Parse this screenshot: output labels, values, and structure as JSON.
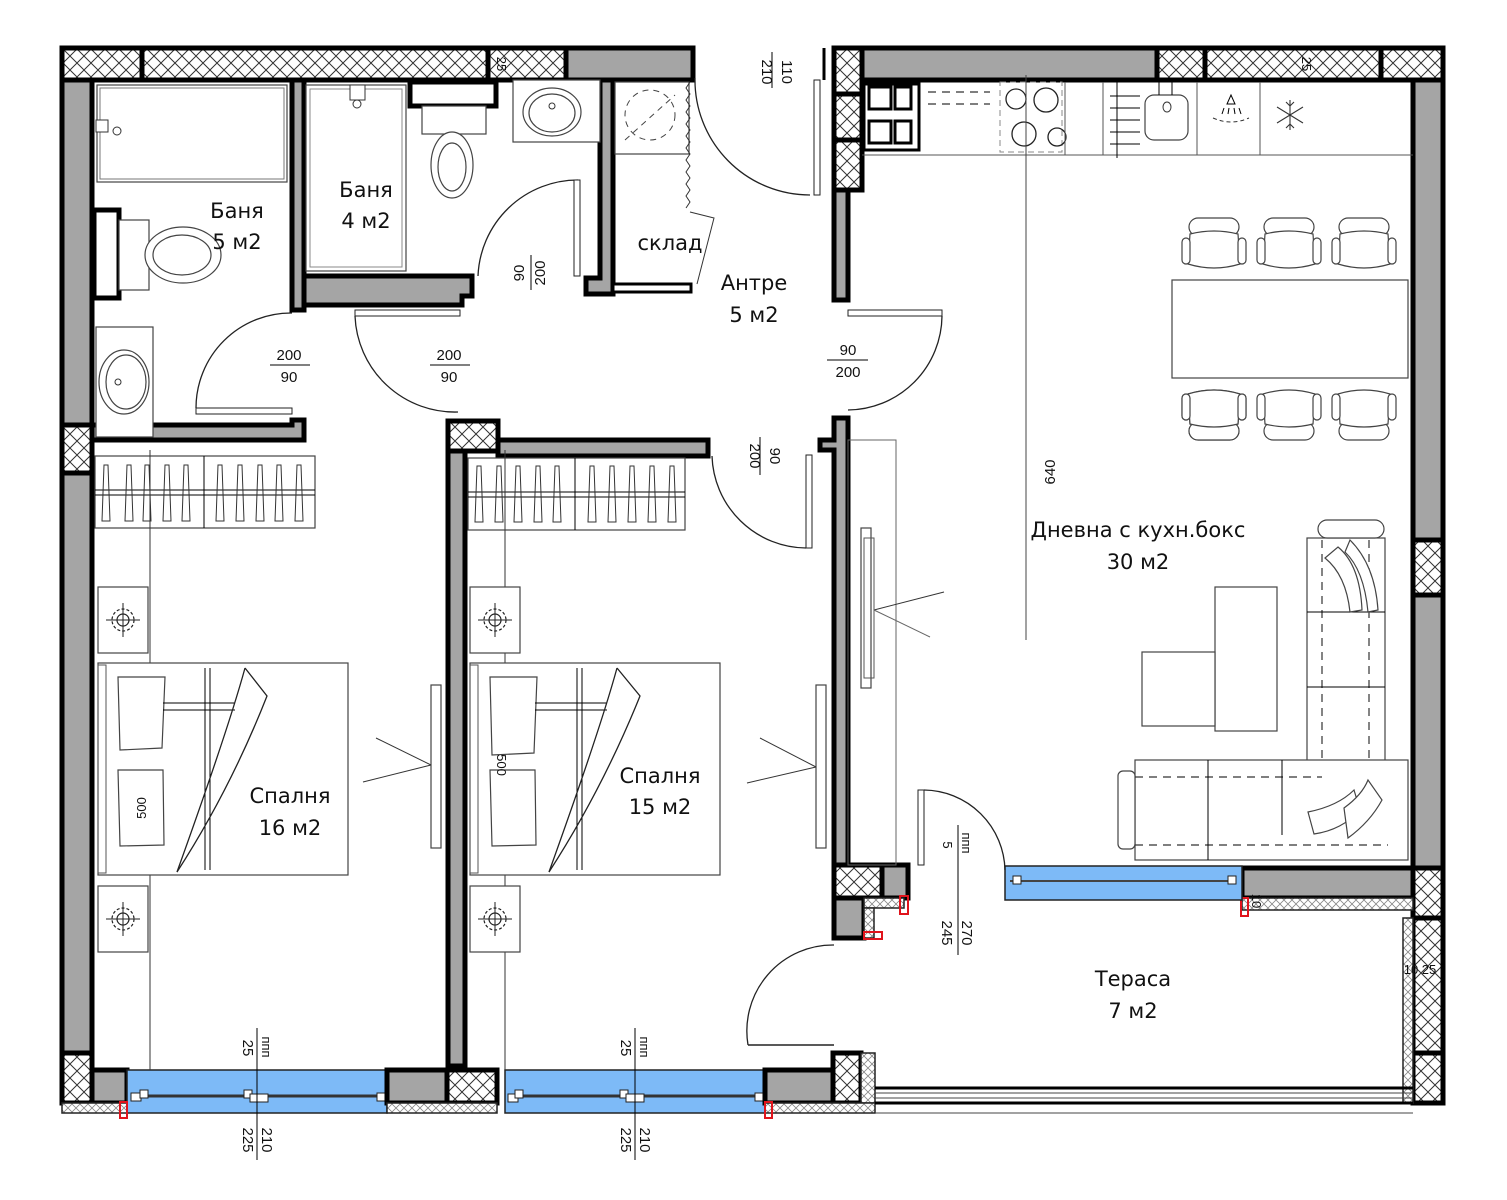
{
  "plan": {
    "type": "apartment floor plan",
    "colors": {
      "wall_fill": "#a5a5a5",
      "glass_fill": "#7dbaf7",
      "marker_red": "#e0141c",
      "line": "#000000"
    }
  },
  "rooms": {
    "bath1": {
      "name": "Баня",
      "area": "5 м2"
    },
    "bath2": {
      "name": "Баня",
      "area": "4 м2"
    },
    "storage": {
      "name": "склад"
    },
    "hall": {
      "name": "Антре",
      "area": "5 м2"
    },
    "living": {
      "name": "Дневна с кухн.бокс",
      "area": "30 м2"
    },
    "bedroom1": {
      "name": "Спалня",
      "area": "16 м2"
    },
    "bedroom2": {
      "name": "Спалня",
      "area": "15 м2"
    },
    "terrace": {
      "name": "Тераса",
      "area": "7 м2"
    }
  },
  "dimensions": {
    "top_wall_1": "25",
    "top_wall_2": "25",
    "entrance_door_top": "110",
    "entrance_door_bottom": "210",
    "bath2_door_top": "90",
    "bath2_door_bottom": "200",
    "bath1_door_top": "200",
    "bath1_door_bottom": "90",
    "bed1_door_top": "200",
    "bed1_door_bottom": "90",
    "living_door_top": "90",
    "living_door_bottom": "200",
    "bed2_door_top": "90",
    "bed2_door_bottom": "200",
    "living_height": "640",
    "bed1_tv": "500",
    "bed2_tv": "500",
    "terrace_door_ppp": "ппп",
    "terrace_door_ppp_val": "5",
    "terrace_door_h1": "270",
    "terrace_door_h2": "245",
    "terrace_side": "10 25",
    "terrace_side_small": "10",
    "win1_ppp": "ппп",
    "win1_ppp_val": "25",
    "win1_h1": "210",
    "win1_h2": "225",
    "win2_ppp": "ппп",
    "win2_ppp_val": "25",
    "win2_h1": "210",
    "win2_h2": "225"
  },
  "icons": {
    "kitchen_dishwasher": "shower-icon",
    "kitchen_fridge": "snowflake-icon",
    "kitchen_stove": "cooktop-icon",
    "kitchen_sink": "sink-icon"
  }
}
